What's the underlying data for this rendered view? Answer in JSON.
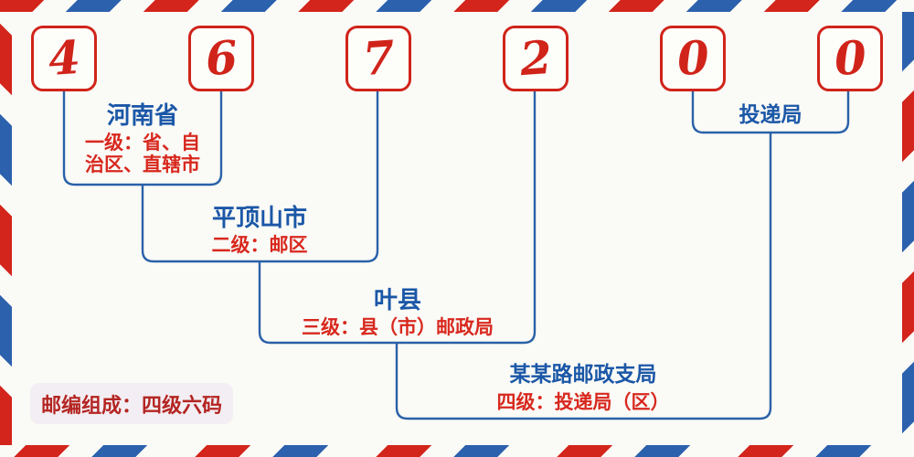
{
  "postal_code": {
    "digits": [
      "4",
      "6",
      "7",
      "2",
      "0",
      "0"
    ]
  },
  "levels": [
    {
      "name": "河南省",
      "desc_lines": [
        "一级：省、自",
        "治区、直辖市"
      ]
    },
    {
      "name": "平顶山市",
      "desc": "二级：邮区"
    },
    {
      "name": "叶县",
      "desc": "三级：县（市）邮政局"
    },
    {
      "name": "某某路邮政支局",
      "desc": "四级：投递局（区）"
    },
    {
      "name": "投递局"
    }
  ],
  "footer": {
    "label": "邮编组成：四级六码"
  },
  "colors": {
    "stripe_red": "#d3251b",
    "stripe_blue": "#2b61ad",
    "digit_red": "#d0241a",
    "line_blue": "#2a61a8",
    "heading_blue": "#1b57a7",
    "desc_red": "#d8281e",
    "footer_red": "#b42522",
    "footer_bg": "#f2eef3",
    "background": "#fafaf6"
  }
}
